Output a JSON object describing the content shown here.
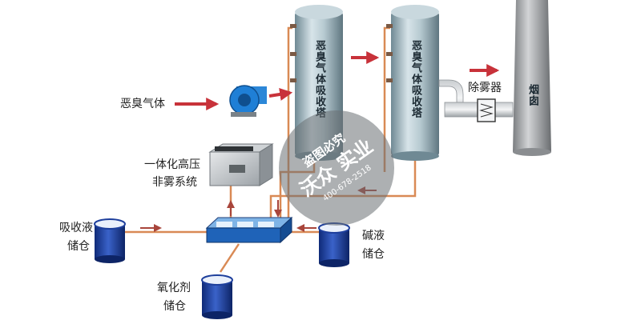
{
  "labels": {
    "odor_gas": "恶臭气体",
    "tower1": "恶臭气体吸收塔",
    "tower2": "恶臭气体吸收塔",
    "demister": "除雾器",
    "chimney": "烟囱",
    "sprayer_line1": "一体化高压",
    "sprayer_line2": "非雾系统",
    "absorbent_line1": "吸收液",
    "absorbent_line2": "储仓",
    "alkali_line1": "碱液",
    "alkali_line2": "储仓",
    "oxidant_line1": "氧化剂",
    "oxidant_line2": "储仓"
  },
  "watermark": {
    "line1": "盗图必究",
    "line2": "沃众 实业",
    "phone": "400-678-2518"
  },
  "colors": {
    "pipe": "#d98a55",
    "arrow": "#c8323a",
    "tower": "#8fa7b2",
    "tank_blue": "#1e3f9c",
    "fan_blue": "#1f7fd6"
  }
}
